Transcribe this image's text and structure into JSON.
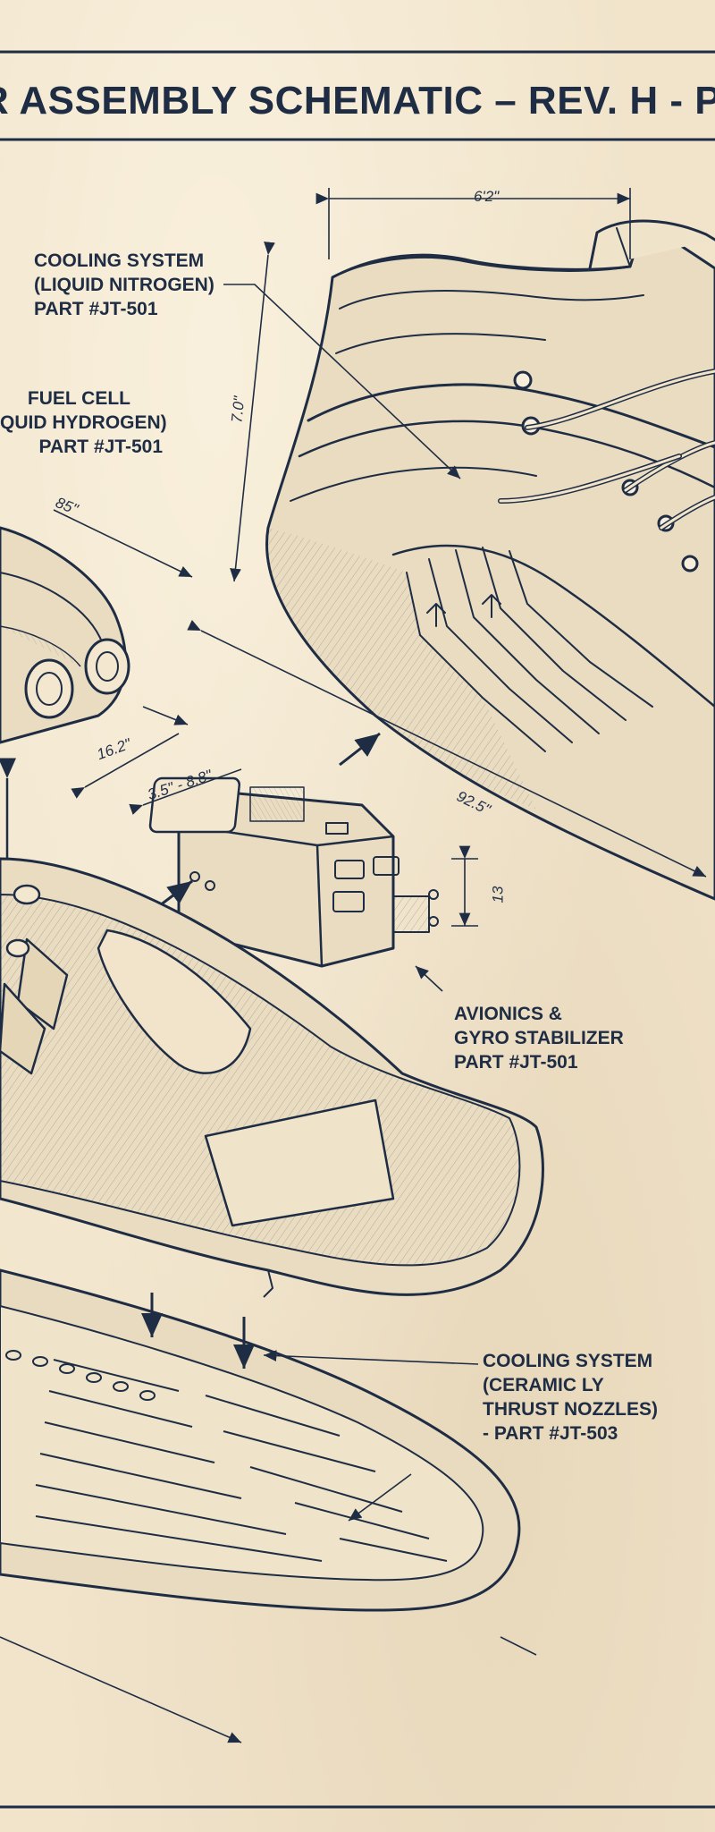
{
  "title": "R ASSEMBLY SCHEMATIC – REV. H - PR",
  "callouts": {
    "cooling_top": {
      "line1": "COOLING SYSTEM",
      "line2": "(LIQUID NITROGEN)",
      "line3": "PART #JT-501"
    },
    "fuel_cell": {
      "line1": "FUEL CELL",
      "line2": "QUID HYDROGEN)",
      "line3": "PART #JT-501"
    },
    "avionics": {
      "line1": "AVIONICS &",
      "line2": "GYRO STABILIZER",
      "line3": "PART #JT-501"
    },
    "cooling_bottom": {
      "line1": "COOLING SYSTEM",
      "line2": "(CERAMIC LY",
      "line3": "THRUST NOZZLES)",
      "line4": "- PART #JT-503"
    }
  },
  "dimensions": {
    "width_top": "6'2\"",
    "height_side": "7.0\"",
    "fuel_len": "85\"",
    "fuel_width": "16.2\"",
    "module_size": "3.5\" - 8.8\"",
    "boot_len": "92.5\"",
    "module_height": "13"
  },
  "colors": {
    "ink": "#1f2d44",
    "paper": "#f1e4cb",
    "shade": "#d9c6a2"
  }
}
